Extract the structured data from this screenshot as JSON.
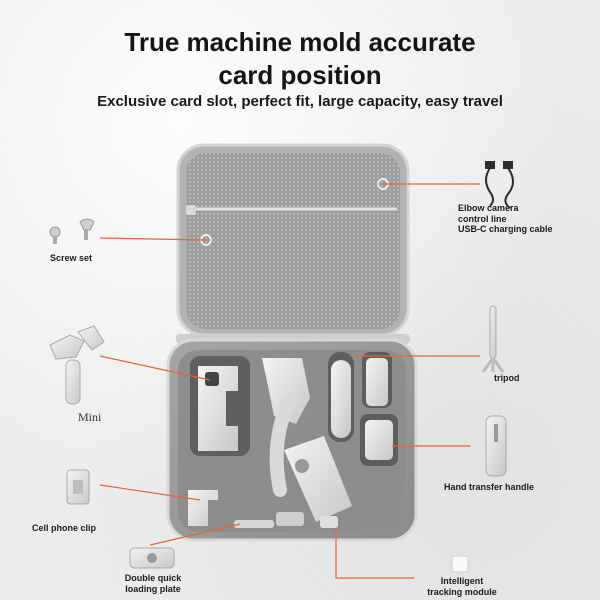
{
  "header": {
    "title": "True machine mold accurate\ncard position",
    "subtitle": "Exclusive card slot, perfect fit, large capacity, easy travel"
  },
  "labels": {
    "screw_set": "Screw set",
    "mini": "Mini",
    "cell_phone_clip": "Cell phone clip",
    "double_quick": "Double quick\nloading plate",
    "elbow_camera": "Elbow camera\ncontrol line",
    "usbc_cable": "USB-C charging cable",
    "tripod": "tripod",
    "hand_transfer": "Hand transfer handle",
    "intelligent_tracking": "Intelligent\ntracking module"
  },
  "colors": {
    "accent_line": "#e8643a",
    "case_gray": "#9a9a9a",
    "case_dark": "#7f7f7f",
    "background": "#eeeeee"
  }
}
